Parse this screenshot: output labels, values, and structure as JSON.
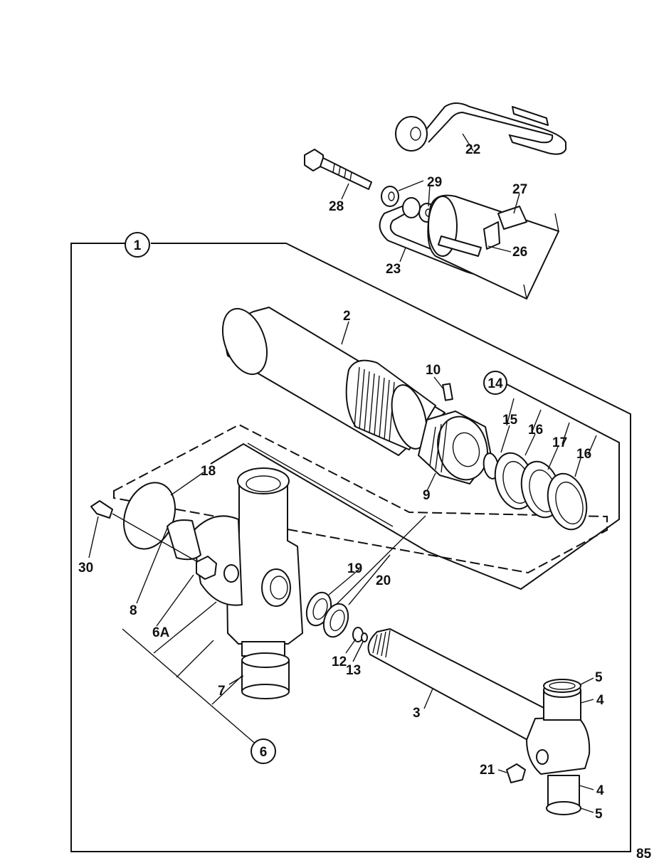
{
  "diagram": {
    "labels": {
      "l1": "1",
      "l2": "2",
      "l3": "3",
      "l4a": "4",
      "l4b": "4",
      "l5a": "5",
      "l5b": "5",
      "l6": "6",
      "l6a": "6A",
      "l7": "7",
      "l8": "8",
      "l9": "9",
      "l10": "10",
      "l12": "12",
      "l13": "13",
      "l14": "14",
      "l15": "15",
      "l16a": "16",
      "l16b": "16",
      "l17": "17",
      "l18": "18",
      "l19": "19",
      "l20": "20",
      "l21": "21",
      "l22": "22",
      "l23": "23",
      "l26": "26",
      "l27": "27",
      "l28": "28",
      "l29": "29",
      "l30": "30",
      "corner": "85"
    }
  }
}
